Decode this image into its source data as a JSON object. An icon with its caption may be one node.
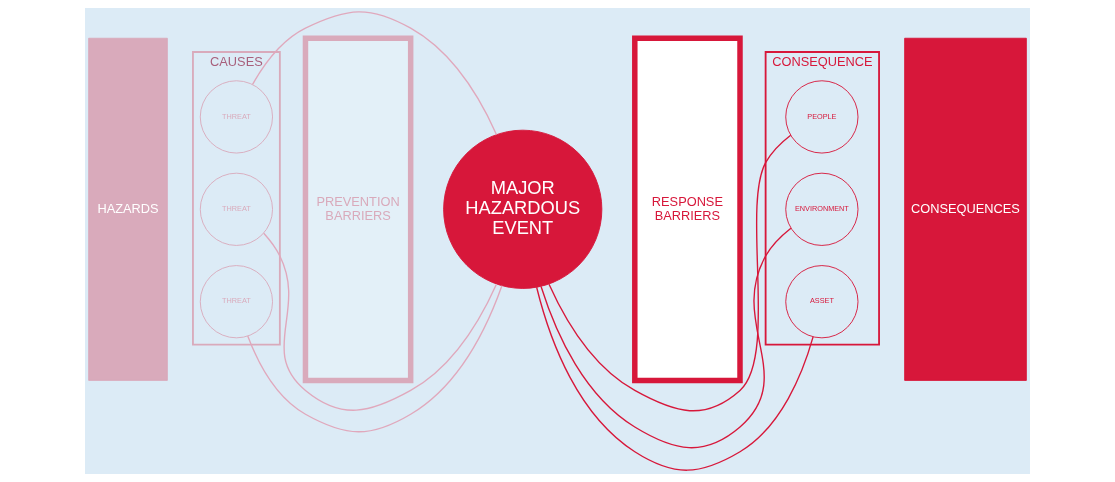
{
  "diagram": {
    "nodes": [
      {
        "text": [
          "HAZARDS"
        ]
      },
      {
        "text": [
          "CAUSES"
        ]
      },
      {
        "text": [
          "THREAT"
        ],
        "in": 1
      },
      {
        "text": [
          "THREAT"
        ],
        "in": 1
      },
      {
        "text": [
          "THREAT"
        ],
        "in": 1
      },
      {
        "text": [
          "PREVENTION",
          "BARRIERS"
        ]
      },
      {
        "text": [
          "MAJOR HAZARDOUS EVENT"
        ]
      },
      {
        "text": [
          "RESPONSE",
          "BARRIERS"
        ]
      },
      {
        "text": [
          "CONSEQUENCE"
        ]
      },
      {
        "text": [
          "PEOPLE"
        ],
        "in": 8
      },
      {
        "text": [
          "ENVIRONMENT"
        ],
        "in": 8
      },
      {
        "text": [
          "ASSET"
        ],
        "in": 8
      },
      {
        "text": [
          "CONSEQUENCES"
        ]
      }
    ],
    "edges": [
      {
        "from": 2,
        "to": 6,
        "arrow": "none",
        "color": "#e0a8bc"
      },
      {
        "from": 3,
        "to": 6,
        "arrow": "none",
        "color": "#e0a8bc"
      },
      {
        "from": 4,
        "to": 6,
        "arrow": "none",
        "color": "#e0a8bc"
      },
      {
        "from": 6,
        "to": 9,
        "arrow": "none",
        "color": "#d7173a"
      },
      {
        "from": 6,
        "to": 10,
        "arrow": "none",
        "color": "#d7173a"
      },
      {
        "from": 6,
        "to": 11,
        "arrow": "none",
        "color": "#d7173a"
      }
    ]
  }
}
